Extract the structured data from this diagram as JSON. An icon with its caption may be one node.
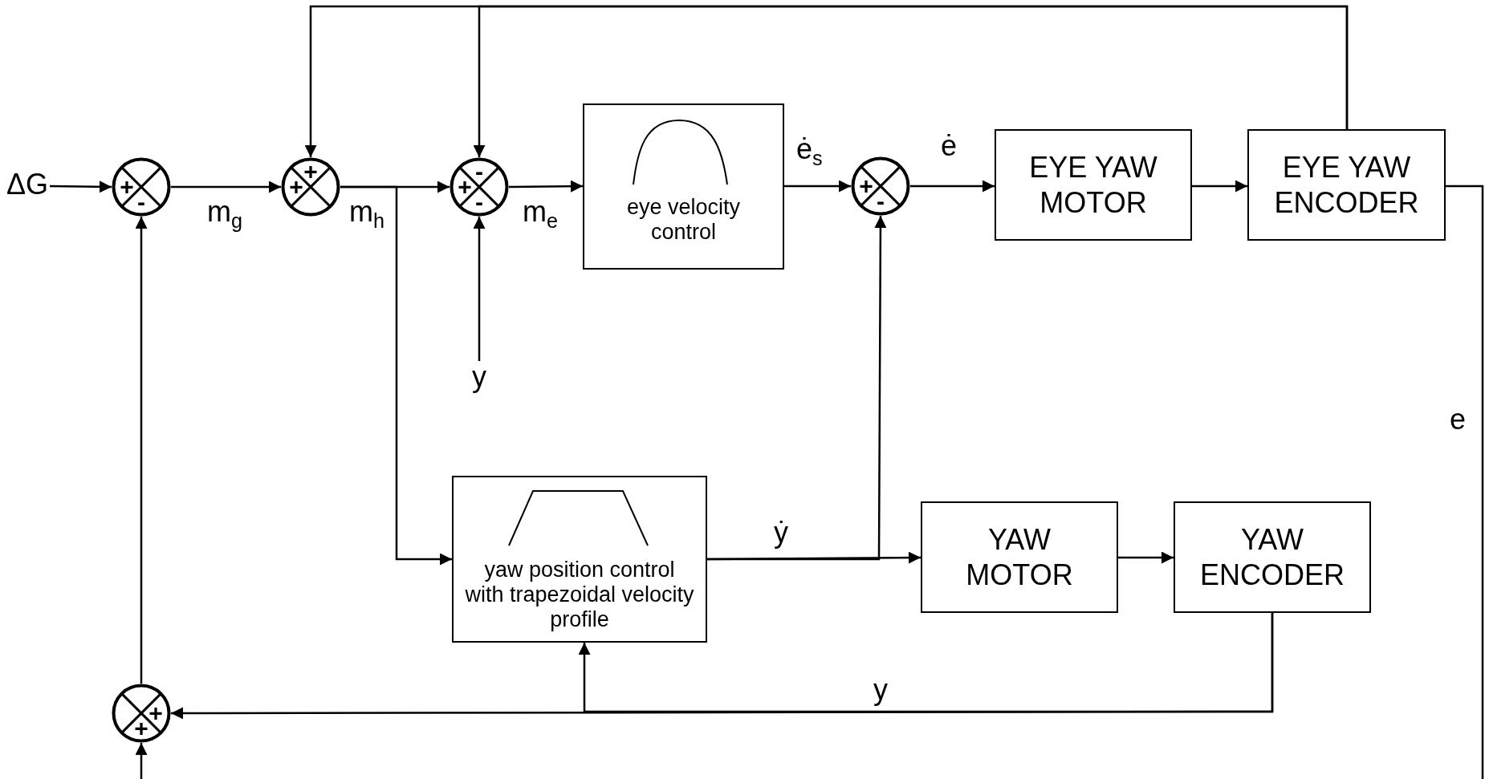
{
  "diagram": {
    "nodes": [
      {
        "text": [
          "ΔG"
        ]
      },
      {
        "text": [
          "+",
          "-"
        ]
      },
      {
        "text": [
          "+",
          "+"
        ]
      },
      {
        "text": [
          "-",
          "+",
          "-"
        ]
      },
      {
        "text": [
          "eye velocity control"
        ]
      },
      {
        "text": [
          "+",
          "-"
        ]
      },
      {
        "text": [
          "EYE YAW MOTOR"
        ]
      },
      {
        "text": [
          "EYE YAW ENCODER"
        ]
      },
      {
        "text": [
          "y"
        ]
      },
      {
        "text": [
          "yaw position control with trapezoidal velocity profile"
        ]
      },
      {
        "text": [
          "YAW MOTOR"
        ]
      },
      {
        "text": [
          "YAW ENCODER"
        ]
      },
      {
        "text": [
          "+",
          "+"
        ]
      }
    ],
    "edges": [
      {
        "from": 0,
        "to": 1,
        "arrow": "to"
      },
      {
        "from": 12,
        "to": 1,
        "arrow": "to"
      },
      {
        "from": 1,
        "to": 2,
        "arrow": "to",
        "label": "m$_{g}$"
      },
      {
        "from": 7,
        "to": 2,
        "arrow": "to"
      },
      {
        "from": 7,
        "to": 3,
        "arrow": "to"
      },
      {
        "from": 2,
        "to": 3,
        "arrow": "to",
        "label": "m$_{h}$"
      },
      {
        "from": 2,
        "to": 9,
        "arrow": "to"
      },
      {
        "from": 8,
        "to": 3,
        "arrow": "to"
      },
      {
        "from": 3,
        "to": 4,
        "arrow": "to",
        "label": "m$_{e}$"
      },
      {
        "from": 4,
        "to": 5,
        "arrow": "to",
        "label": "ė$_{s}$"
      },
      {
        "from": 5,
        "to": 6,
        "arrow": "to",
        "label": "ė"
      },
      {
        "from": 6,
        "to": 7,
        "arrow": "to"
      },
      {
        "from": 7,
        "to": null,
        "arrow": "none",
        "label": "e"
      },
      {
        "from": null,
        "to": 12,
        "arrow": "to"
      },
      {
        "from": 9,
        "to": 10,
        "arrow": "to",
        "label": "ẏ"
      },
      {
        "from": 9,
        "to": 5,
        "arrow": "to"
      },
      {
        "from": 10,
        "to": 11,
        "arrow": "to"
      },
      {
        "from": 11,
        "to": 12,
        "arrow": "to",
        "label": "y"
      },
      {
        "from": 11,
        "to": 9,
        "arrow": "to"
      }
    ]
  }
}
